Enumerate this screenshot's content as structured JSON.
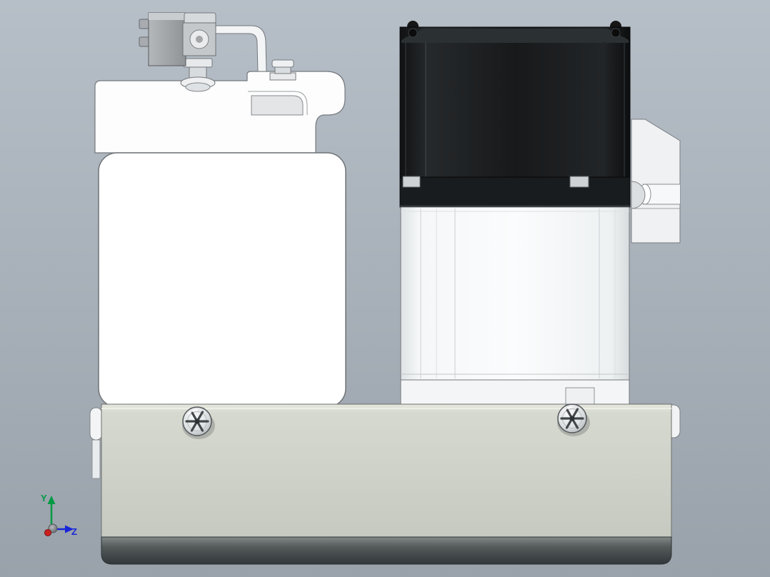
{
  "viewport": {
    "background_top": "#b6bec7",
    "background_bottom": "#99a1aa"
  },
  "triad": {
    "y_label": "Y",
    "z_label": "Z",
    "x_axis_color": "#cc2020",
    "y_axis_color": "#009a44",
    "z_axis_color": "#1726d8"
  },
  "parts": {
    "motor_color": "#161616",
    "base_plate_color": "#c9cdc3",
    "machined_part_color": "#f4f6f7",
    "edge_line_color": "#74787c",
    "screw_count": "2"
  }
}
